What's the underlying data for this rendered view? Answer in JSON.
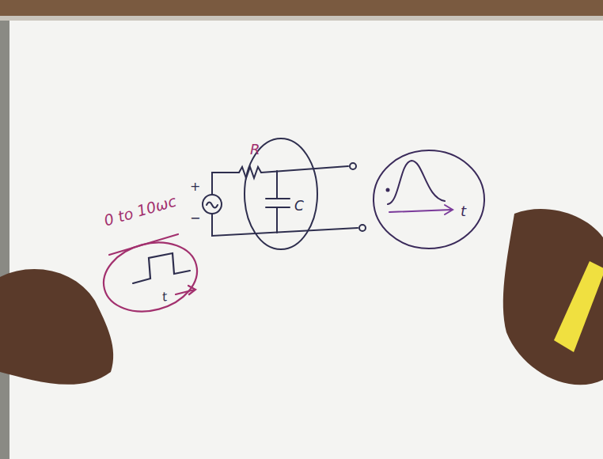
{
  "diagram": {
    "labels": [
      "0 to 10ωc",
      "+",
      "−",
      "R",
      "C",
      "t",
      "t"
    ]
  }
}
